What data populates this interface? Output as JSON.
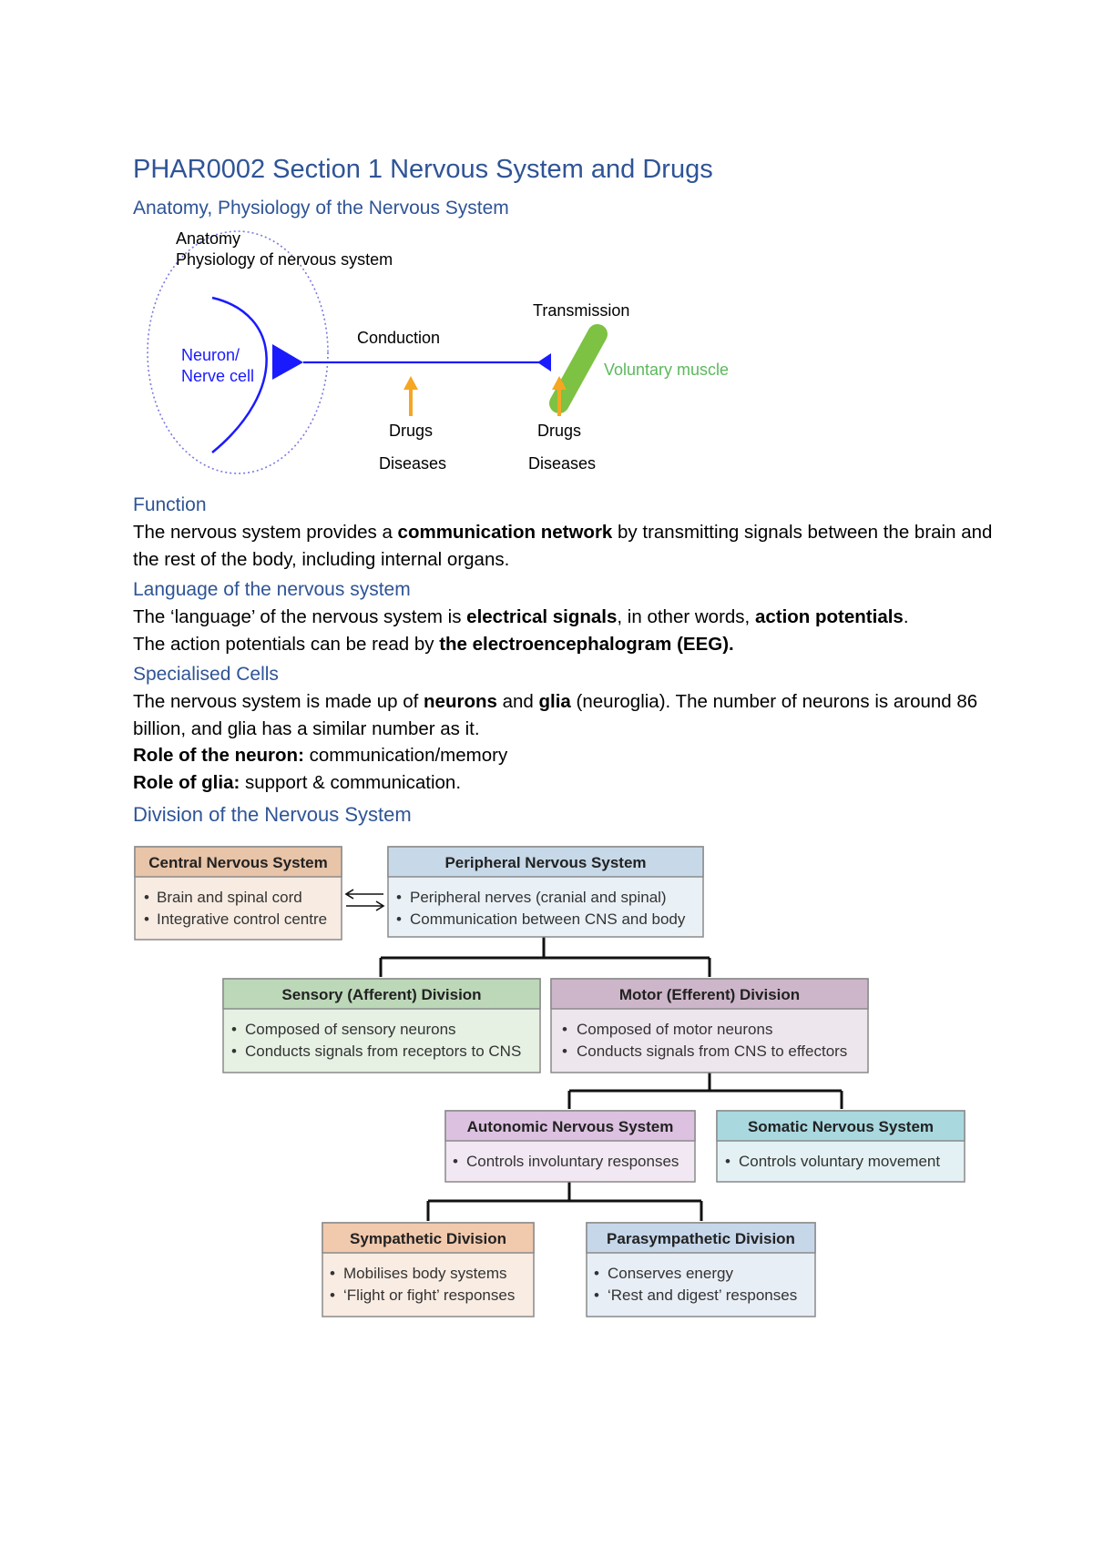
{
  "title": "PHAR0002 Section 1 Nervous System and Drugs",
  "sections": {
    "anatomy": {
      "heading": "Anatomy, Physiology of the Nervous System",
      "figure": {
        "label_anatomy": "Anatomy",
        "label_physiology": "Physiology of nervous system",
        "neuron_line1": "Neuron/",
        "neuron_line2": "Nerve cell",
        "conduction": "Conduction",
        "transmission": "Transmission",
        "voluntary_muscle": "Voluntary muscle",
        "drugs_1": "Drugs",
        "diseases_1": "Diseases",
        "drugs_2": "Drugs",
        "diseases_2": "Diseases",
        "colors": {
          "neuron": "#1a1aff",
          "muscle": "#7dc242",
          "arrow": "#f5a623",
          "muscle_label": "#5cb85c"
        }
      }
    },
    "function": {
      "heading": "Function",
      "p1": "The nervous system provides a ",
      "b1": "communication network",
      "p2": " by transmitting signals between the brain and the rest of the body, including internal organs."
    },
    "language": {
      "heading": "Language of the nervous system",
      "p1": "The ‘language’ of the nervous system is ",
      "b1": "electrical signals",
      "p2": ", in other words, ",
      "b2": "action potentials",
      "p3": ".",
      "p4": "The action potentials can be read by ",
      "b3": "the electroencephalogram (EEG)."
    },
    "cells": {
      "heading": "Specialised Cells",
      "p1": "The nervous system is made up of ",
      "b1": "neurons",
      "p2": " and ",
      "b2": "glia",
      "p3": " (neuroglia). The number of neurons is around 86 billion, and glia has a similar number as it.",
      "role_neuron_label": "Role of the neuron:",
      "role_neuron_text": " communication/memory",
      "role_glia_label": "Role of glia:",
      "role_glia_text": " support & communication."
    },
    "division": {
      "heading": "Division of the Nervous System",
      "boxes": {
        "cns": {
          "title": "Central Nervous System",
          "items": [
            "Brain and spinal cord",
            "Integrative control centre"
          ],
          "header_color": "#e8c4a8",
          "body_color": "#f7ebe2"
        },
        "pns": {
          "title": "Peripheral Nervous System",
          "items": [
            "Peripheral nerves (cranial and spinal)",
            "Communication between CNS and body"
          ],
          "header_color": "#c7d9e8",
          "body_color": "#e9f1f7"
        },
        "sensory": {
          "title": "Sensory (Afferent) Division",
          "items": [
            "Composed of sensory neurons",
            "Conducts signals from receptors to CNS"
          ],
          "header_color": "#bcd8b8",
          "body_color": "#e6f1e4"
        },
        "motor": {
          "title": "Motor (Efferent) Division",
          "items": [
            "Composed of motor neurons",
            "Conducts signals from CNS to effectors"
          ],
          "header_color": "#cdb6c9",
          "body_color": "#eee6ed"
        },
        "autonomic": {
          "title": "Autonomic Nervous System",
          "items": [
            "Controls involuntary responses"
          ],
          "header_color": "#dcc1e0",
          "body_color": "#f2e8f3"
        },
        "somatic": {
          "title": "Somatic Nervous System",
          "items": [
            "Controls voluntary movement"
          ],
          "header_color": "#a9d8df",
          "body_color": "#e3f1f4"
        },
        "sympathetic": {
          "title": "Sympathetic Division",
          "items": [
            "Mobilises body systems",
            "‘Flight or fight’ responses"
          ],
          "header_color": "#f1c9ad",
          "body_color": "#f9ece3"
        },
        "parasympathetic": {
          "title": "Parasympathetic Division",
          "items": [
            "Conserves energy",
            "‘Rest and digest’ responses"
          ],
          "header_color": "#c6d7ea",
          "body_color": "#e8eef6"
        }
      }
    }
  }
}
